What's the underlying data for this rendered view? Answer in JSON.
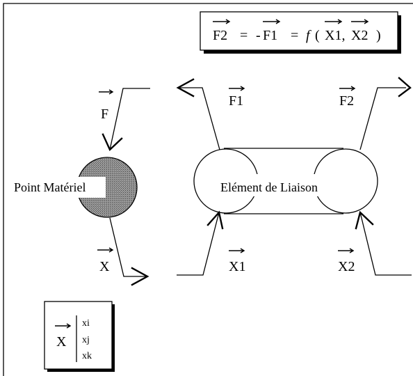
{
  "equation": {
    "lhs": "F2",
    "eq1": "=",
    "minus": "-",
    "mid": "F1",
    "eq2": "=",
    "func": "f",
    "open": "(",
    "arg1": "X1,",
    "arg2": "X2",
    "close": ")"
  },
  "labels": {
    "force_mat": "F",
    "force1": "F1",
    "force2": "F2",
    "pos_mat": "X",
    "pos1": "X1",
    "pos2": "X2"
  },
  "nodes": {
    "material_point": "Point Matériel",
    "link_element": "Elément de Liaison"
  },
  "legend": {
    "vector": "X",
    "components": [
      "xi",
      "xj",
      "xk"
    ]
  },
  "colors": {
    "stroke": "#000000",
    "background": "#ffffff",
    "material_fill": "#7d7d7d"
  }
}
